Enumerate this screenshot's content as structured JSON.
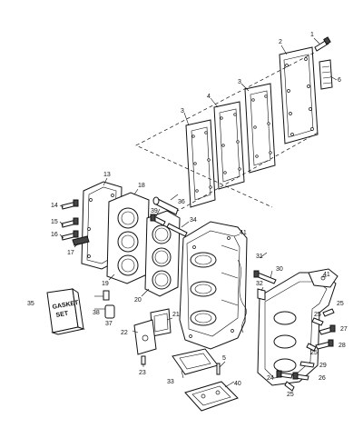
{
  "callouts": [
    {
      "id": "c1",
      "label": "1"
    },
    {
      "id": "c2",
      "label": "2"
    },
    {
      "id": "c3a",
      "label": "3"
    },
    {
      "id": "c3b",
      "label": "3"
    },
    {
      "id": "c4",
      "label": "4"
    },
    {
      "id": "c5",
      "label": "5"
    },
    {
      "id": "c6",
      "label": "6"
    },
    {
      "id": "c13",
      "label": "13"
    },
    {
      "id": "c14",
      "label": "14"
    },
    {
      "id": "c15",
      "label": "15"
    },
    {
      "id": "c16",
      "label": "16"
    },
    {
      "id": "c17",
      "label": "17"
    },
    {
      "id": "c18",
      "label": "18"
    },
    {
      "id": "c19",
      "label": "19"
    },
    {
      "id": "c20",
      "label": "20"
    },
    {
      "id": "c21",
      "label": "21"
    },
    {
      "id": "c22",
      "label": "22"
    },
    {
      "id": "c23",
      "label": "23"
    },
    {
      "id": "c24",
      "label": "24"
    },
    {
      "id": "c25a",
      "label": "25"
    },
    {
      "id": "c25b",
      "label": "25"
    },
    {
      "id": "c25c",
      "label": "25"
    },
    {
      "id": "c25d",
      "label": "25"
    },
    {
      "id": "c26",
      "label": "26"
    },
    {
      "id": "c27",
      "label": "27"
    },
    {
      "id": "c28",
      "label": "28"
    },
    {
      "id": "c29",
      "label": "29"
    },
    {
      "id": "c30",
      "label": "30"
    },
    {
      "id": "c31",
      "label": "31"
    },
    {
      "id": "c32",
      "label": "32"
    },
    {
      "id": "c33",
      "label": "33"
    },
    {
      "id": "c34",
      "label": "34"
    },
    {
      "id": "c35",
      "label": "35"
    },
    {
      "id": "c36",
      "label": "36"
    },
    {
      "id": "c37",
      "label": "37"
    },
    {
      "id": "c38",
      "label": "38"
    },
    {
      "id": "c39",
      "label": "39"
    },
    {
      "id": "c40",
      "label": "40"
    },
    {
      "id": "c41a",
      "label": "41"
    },
    {
      "id": "c41b",
      "label": "41"
    }
  ],
  "gasket_set_label_line1": "GASKET",
  "gasket_set_label_line2": "SET"
}
